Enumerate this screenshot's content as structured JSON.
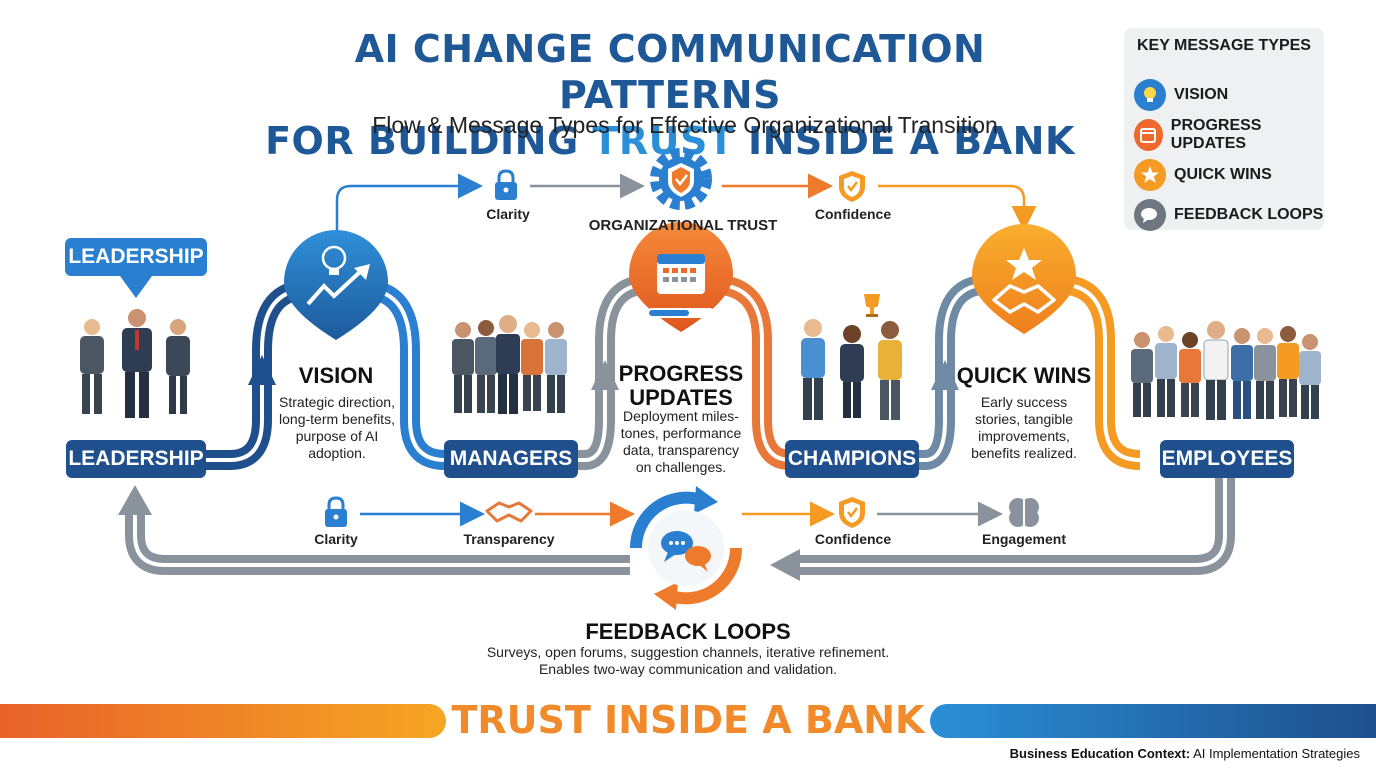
{
  "title": {
    "line1": "AI CHANGE COMMUNICATION PATTERNS",
    "line2_before": "FOR BUILDING ",
    "line2_highlight": "TRUST",
    "line2_after": " INSIDE A BANK",
    "subtitle": "Flow & Message Types for Effective Organizational Transition"
  },
  "legend": {
    "title": "KEY MESSAGE TYPES",
    "items": [
      {
        "label": "VISION",
        "icon": "lightbulb-icon",
        "color": "#2a7fd0"
      },
      {
        "label": "PROGRESS UPDATES",
        "icon": "calendar-icon",
        "color": "#ee6a2c"
      },
      {
        "label": "QUICK WINS",
        "icon": "star-icon",
        "color": "#f59a23"
      },
      {
        "label": "FEEDBACK LOOPS",
        "icon": "chat-bubbles-icon",
        "color": "#6e7780"
      }
    ]
  },
  "top_flow": {
    "clarity": "Clarity",
    "trust": "ORGANIZATIONAL TRUST",
    "confidence": "Confidence"
  },
  "groups": {
    "leadership_top": "LEADERSHIP",
    "leadership": "LEADERSHIP",
    "managers": "MANAGERS",
    "champions": "CHAMPIONS",
    "employees": "EMPLOYEES"
  },
  "stages": {
    "vision": {
      "title": "VISION",
      "desc": [
        "Strategic direction,",
        "long-term benefits,",
        "purpose of AI",
        "adoption."
      ]
    },
    "progress": {
      "title": [
        "PROGRESS",
        "UPDATES"
      ],
      "desc": [
        "Deployment miles-",
        "tones, performance",
        "data, transparency",
        "on challenges."
      ]
    },
    "quickwins": {
      "title": "QUICK WINS",
      "desc": [
        "Early success",
        "stories, tangible",
        "improvements,",
        "benefits realized."
      ]
    }
  },
  "feedback_flow": {
    "clarity": "Clarity",
    "transparency": "Transparency",
    "confidence": "Confidence",
    "engagement": "Engagement"
  },
  "feedback": {
    "title": "FEEDBACK LOOPS",
    "desc1": "Surveys, open forums, suggestion channels, iterative refinement.",
    "desc2": "Enables two-way communication and validation."
  },
  "bottom_title": "TRUST INSIDE A BANK",
  "footer": {
    "bold": "Business Education Context:",
    "text": " AI Implementation Strategies"
  },
  "colors": {
    "navy": "#1f4f8c",
    "blue": "#2a8fd6",
    "orange": "#ee6a2c",
    "amber": "#f59a23",
    "gray": "#8a939c"
  }
}
